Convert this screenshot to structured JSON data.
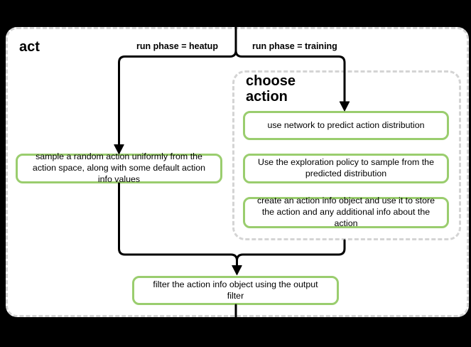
{
  "container": {
    "title": "act"
  },
  "branch_labels": {
    "heatup": "run phase = heatup",
    "training": "run phase = training"
  },
  "group": {
    "title": "choose action",
    "steps": [
      {
        "text": "use network to predict action distribution"
      },
      {
        "text": "Use the exploration policy to sample from the predicted distribution"
      },
      {
        "text": "create an action info object and use it to store the action and any additional info about the action"
      }
    ]
  },
  "nodes": {
    "sample_random_action": {
      "text": "sample a random action uniformly from the action space, along with some default action info values"
    },
    "filter_action_info": {
      "text": "filter the action info object using the output filter"
    }
  },
  "colors": {
    "background": "#000000",
    "canvas": "#ffffff",
    "node_fill": "#ffffff",
    "node_border": "#9acd6e",
    "group_border": "#d4d4d4",
    "connector": "#000000",
    "text": "#000000"
  }
}
